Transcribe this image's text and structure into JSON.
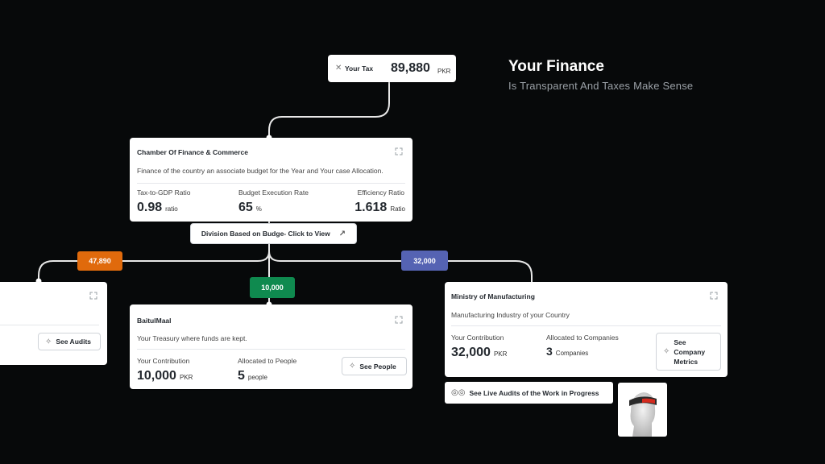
{
  "hero": {
    "title": "Your Finance",
    "subtitle": "Is Transparent And Taxes Make Sense"
  },
  "tax": {
    "label": "Your Tax",
    "value": "89,880",
    "unit": "PKR"
  },
  "chamber": {
    "title": "Chamber Of Finance & Commerce",
    "description": "Finance of the country an associate budget for the Year and Your case Allocation.",
    "metrics": [
      {
        "label": "Tax-to-GDP Ratio",
        "value": "0.98",
        "unit": "ratio"
      },
      {
        "label": "Budget Execution Rate",
        "value": "65",
        "unit": "%"
      },
      {
        "label": "Efficiency Ratio",
        "value": "1.618",
        "unit": "Ratio"
      }
    ]
  },
  "division_button": {
    "label": "Division Based on Budge- Click to View"
  },
  "badges": {
    "left": {
      "value": "47,890",
      "color": "#e06a0c"
    },
    "center": {
      "value": "10,000",
      "color": "#0f8a4f"
    },
    "right": {
      "value": "32,000",
      "color": "#5563b3"
    }
  },
  "left_card": {
    "button_label": "See Audits"
  },
  "baitulmaal": {
    "title": "BaitulMaal",
    "description": "Your Treasury where funds are kept.",
    "contribution_label": "Your Contribution",
    "contribution_value": "10,000",
    "contribution_unit": "PKR",
    "allocated_label": "Allocated to People",
    "allocated_value": "5",
    "allocated_unit": "people",
    "button_label": "See People"
  },
  "manufacturing": {
    "title": "Ministry of Manufacturing",
    "description": "Manufacturing Industry of your Country",
    "contribution_label": "Your Contribution",
    "contribution_value": "32,000",
    "contribution_unit": "PKR",
    "allocated_label": "Allocated to Companies",
    "allocated_value": "3",
    "allocated_unit": "Companies",
    "button_line1": "See",
    "button_line2": "Company",
    "button_line3": "Metrics"
  },
  "live_audits": {
    "label": "See Live Audits of the Work in Progress"
  },
  "icons": {
    "close": "close-icon",
    "expand": "expand-icon",
    "arrow": "arrow-up-right-icon",
    "sparkle": "sparkle-icon",
    "glasses": "glasses-icon"
  }
}
